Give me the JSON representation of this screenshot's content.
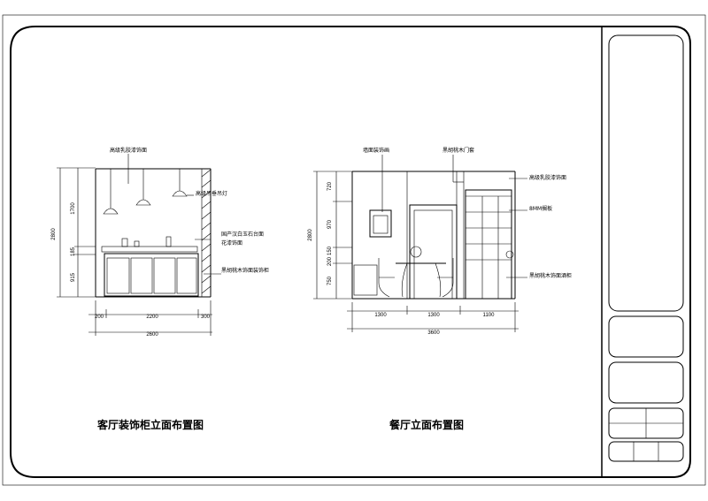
{
  "drawing_1": {
    "title": "客厅装饰柜立面布置图",
    "labels": {
      "ceiling": "高级乳胶漆饰面",
      "lamp": "高级吊垂吊灯",
      "stone": "国产汉白玉石台面",
      "flower": "花漆饰面",
      "cabinet": "黑胡桃木饰面装饰柜"
    },
    "dims_vertical": [
      "2800",
      "1700",
      "185",
      "915"
    ],
    "dims_horizontal": [
      "200",
      "2200",
      "300"
    ],
    "dim_total": "2600"
  },
  "drawing_2": {
    "title": "餐厅立面布置图",
    "labels": {
      "wall": "墙面装饰画",
      "door": "黑胡桃木门套",
      "ceiling": "高级乳胶漆饰面",
      "shelf": "8MM搁板",
      "cabinet": "黑胡桃木饰面酒柜"
    },
    "dims_vertical": [
      "2800",
      "720",
      "970",
      "150",
      "200",
      "750"
    ],
    "dims_horizontal": [
      "1300",
      "1300",
      "1100"
    ],
    "dim_total": "3600"
  }
}
